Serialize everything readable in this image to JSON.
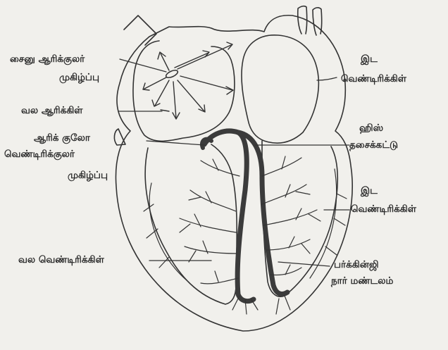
{
  "labels": {
    "sa_node_line1": "சைனு ஆரிக்குலர்",
    "sa_node_line2": "முகிழ்ப்பு",
    "right_atrium": "வல ஆரிக்கிள்",
    "av_node_line1": "ஆரிக் குலோ",
    "av_node_line2": "வெண்டிரிக்குலர்",
    "av_node_line3": "முகிழ்ப்பு",
    "right_ventricle": "வல வெண்டிரிக்கிள்",
    "left_atrium_line1": "இட",
    "left_atrium_line2": "வெண்டிரிக்கிள்",
    "bundle_his_line1": "ஹிஸ்",
    "bundle_his_line2": "தசைக்கட்டு",
    "left_ventricle_line1": "இட",
    "left_ventricle_line2": "வெண்டிரிக்கிள்",
    "purkinje_line1": "பர்க்கின்ஜி",
    "purkinje_line2": "நார் மண்டலம்"
  }
}
